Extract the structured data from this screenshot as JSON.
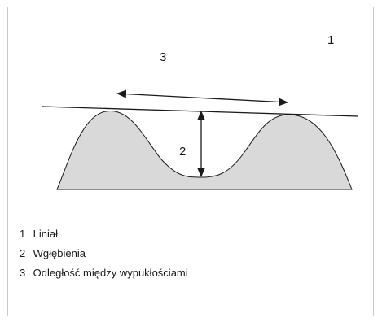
{
  "diagram": {
    "callouts": {
      "ruler": "1",
      "depression": "2",
      "distance": "3"
    },
    "colors": {
      "profile_fill": "#d9d9d9",
      "line": "#1a1a1a"
    }
  },
  "legend": {
    "items": [
      {
        "number": "1",
        "label": "Liniał"
      },
      {
        "number": "2",
        "label": "Wgłębienia"
      },
      {
        "number": "3",
        "label": "Odległość między wypukłościami"
      }
    ]
  }
}
